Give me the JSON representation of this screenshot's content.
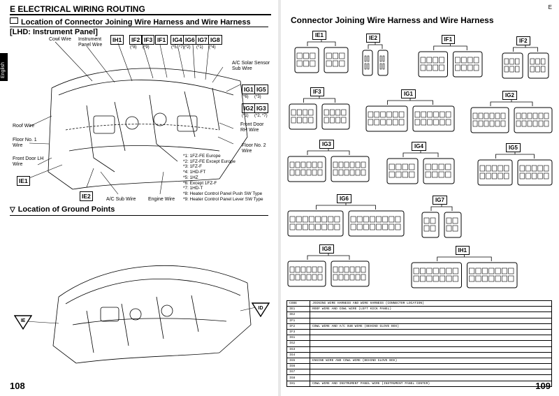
{
  "left": {
    "header": "E  ELECTRICAL WIRING ROUTING",
    "side_tab": "English",
    "section1": "Location of Connector Joining Wire Harness and Wire Harness",
    "subtitle": "[LHD: Instrument Panel]",
    "tags_top": [
      {
        "text": "IH1",
        "note": ""
      },
      {
        "text": "IF2",
        "note": "(*8)"
      },
      {
        "text": "IF3",
        "note": "(*9)"
      },
      {
        "text": "IF1",
        "note": ""
      },
      {
        "text": "IG4",
        "note": "(*5, *7)"
      },
      {
        "text": "IG6",
        "note": "(*2)"
      },
      {
        "text": "IG7",
        "note": "(*1)"
      },
      {
        "text": "IG8",
        "note": "(*4)"
      }
    ],
    "tags_right": [
      {
        "text": "IG1",
        "note": "(*6)"
      },
      {
        "text": "IG5",
        "note": "(*3)"
      },
      {
        "text": "IG2",
        "note": "(*1)"
      },
      {
        "text": "IG3",
        "note": "(*2, *7)"
      }
    ],
    "tag_ie1": "IE1",
    "tag_ie2": "IE2",
    "labels": {
      "cowl_wire": "Cowl Wire",
      "instrument_panel_wire": "Instrument\nPanel Wire",
      "ac_solar": "A/C Solar Sensor\nSub Wire",
      "roof_wire": "Roof Wire",
      "floor1": "Floor No. 1\nWire",
      "front_door_lh": "Front Door LH\nWire",
      "front_door_rh": "Front Door\nRH Wire",
      "floor2": "Floor No. 2\nWire",
      "ac_sub": "A/C Sub Wire",
      "engine": "Engine Wire"
    },
    "notes": [
      "*1: 1FZ-FE Europe",
      "*2: 1FZ-FE Except Europe",
      "*3: 1FZ-F",
      "*4: 1HD-FT",
      "*5: 1HZ",
      "*6: Except 1FZ-F",
      "*7: 1HD-T",
      "*8: Heater Control Panel Push SW Type",
      "*9: Heater Control Panel Lever SW Type"
    ],
    "section2": "Location of Ground Points",
    "ground_ie": "IE",
    "ground_id": "ID",
    "page_number": "108"
  },
  "right": {
    "title": "Connector Joining Wire Harness and Wire Harness",
    "mark": "E",
    "connectors": [
      "IE1",
      "IE2",
      "IF1",
      "IF2",
      "IF3",
      "IG1",
      "IG2",
      "IG3",
      "IG4",
      "IG5",
      "IG6",
      "IG7",
      "IG8",
      "IH1"
    ],
    "table_header": {
      "code": "CODE",
      "desc": "JOINING WIRE HARNESS AND WIRE HARNESS (CONNECTOR LOCATION)"
    },
    "table_rows": [
      {
        "code": "IE1",
        "desc": "ROOF WIRE AND COWL WIRE (LEFT KICK PANEL)"
      },
      {
        "code": "IE2",
        "desc": ""
      },
      {
        "code": "IF1",
        "desc": ""
      },
      {
        "code": "IF2",
        "desc": "COWL WIRE AND A/C SUB WIRE (BEHIND GLOVE BOX)"
      },
      {
        "code": "IF3",
        "desc": ""
      },
      {
        "code": "IG1",
        "desc": ""
      },
      {
        "code": "IG2",
        "desc": ""
      },
      {
        "code": "IG3",
        "desc": ""
      },
      {
        "code": "IG4",
        "desc": ""
      },
      {
        "code": "IG5",
        "desc": "ENGINE WIRE AND COWL WIRE (BEHIND GLOVE BOX)"
      },
      {
        "code": "IG6",
        "desc": ""
      },
      {
        "code": "IG7",
        "desc": ""
      },
      {
        "code": "IG8",
        "desc": ""
      },
      {
        "code": "IH1",
        "desc": "COWL WIRE AND INSTRUMENT PANEL WIRE (INSTRUMENT PANEL CENTER)"
      }
    ],
    "page_number": "109"
  }
}
